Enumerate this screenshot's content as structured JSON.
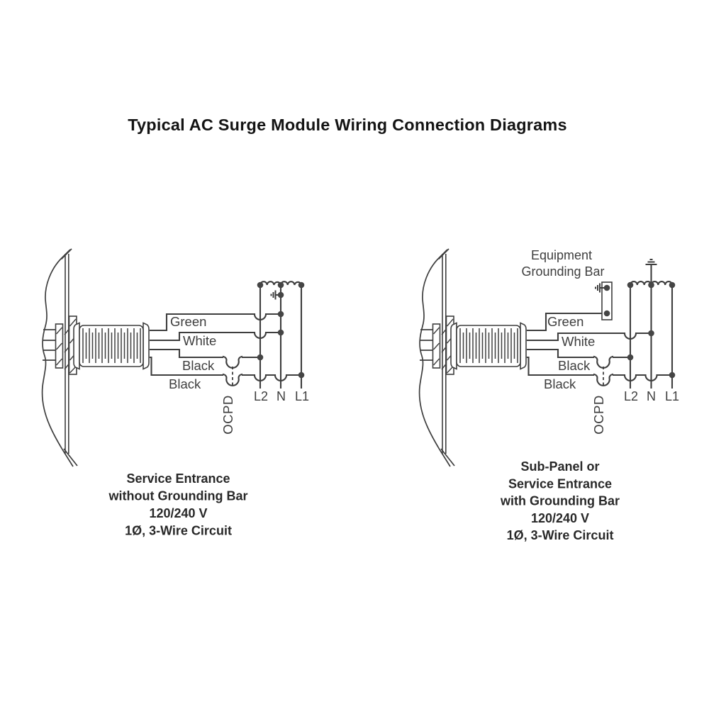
{
  "title": "Typical AC Surge Module Wiring Connection Diagrams",
  "colors": {
    "line": "#3e3e3e",
    "label_text": "#3e3e3e",
    "title_text": "#141414",
    "caption_text": "#282828",
    "background": "#ffffff"
  },
  "left": {
    "wires": {
      "green": "Green",
      "white": "White",
      "black_top": "Black",
      "black_bottom": "Black"
    },
    "ocpd": "OCPD",
    "terminals": {
      "l2": "L2",
      "n": "N",
      "l1": "L1"
    },
    "caption": [
      "Service Entrance",
      "without Grounding Bar",
      "120/240 V",
      "1Ø, 3-Wire Circuit"
    ]
  },
  "right": {
    "grounding_bar_label": [
      "Equipment",
      "Grounding Bar"
    ],
    "wires": {
      "green": "Green",
      "white": "White",
      "black_top": "Black",
      "black_bottom": "Black"
    },
    "ocpd": "OCPD",
    "terminals": {
      "l2": "L2",
      "n": "N",
      "l1": "L1"
    },
    "caption": [
      "Sub-Panel or",
      "Service Entrance",
      "with Grounding Bar",
      "120/240 V",
      "1Ø, 3-Wire Circuit"
    ]
  }
}
